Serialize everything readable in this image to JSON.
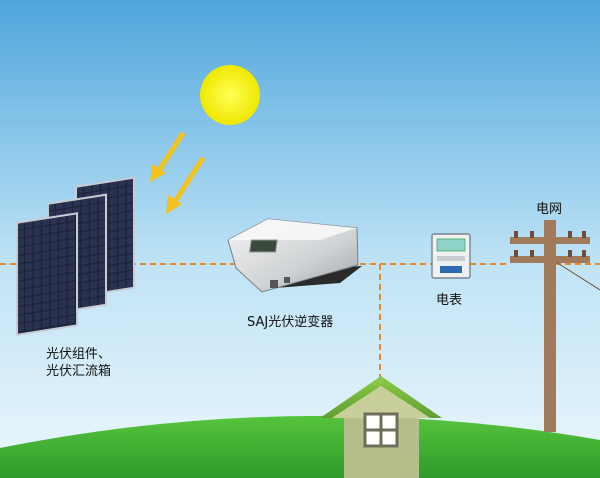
{
  "labels": {
    "panels_line1": "光伏组件、",
    "panels_line2": "光伏汇流箱",
    "inverter": "SAJ光伏逆变器",
    "meter": "电表",
    "grid": "电网"
  },
  "colors": {
    "sky_top": "#4fa6dc",
    "sky_bottom": "#e2f2fb",
    "grass": "#3fae35",
    "sun": "#f5f00a",
    "arrow": "#f2c21d",
    "wire": "#e88a2a",
    "roof": "#72b63a",
    "house_wall": "#b6bf8c",
    "pole": "#a07a5a"
  },
  "icons": {
    "sun": "sun-icon",
    "arrows": "sunlight-arrow-icon",
    "panels": "solar-panel-icon",
    "inverter": "inverter-icon",
    "meter": "electric-meter-icon",
    "pole": "utility-pole-icon",
    "house": "house-icon"
  }
}
